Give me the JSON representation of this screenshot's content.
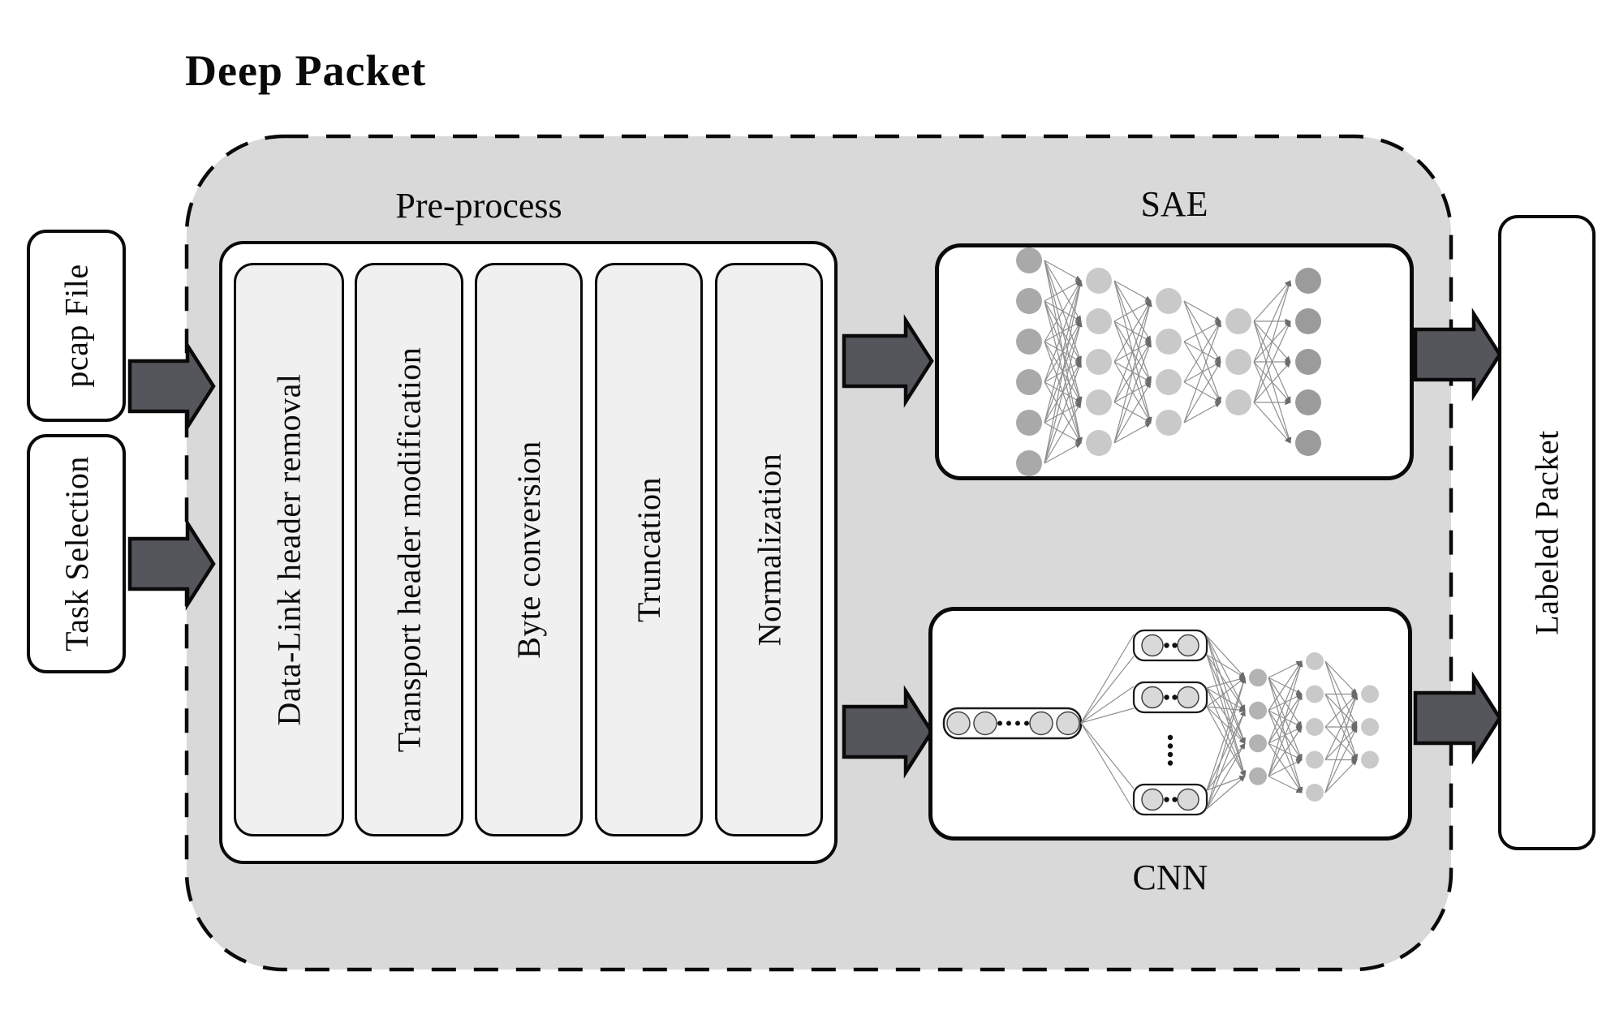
{
  "title": "Deep Packet",
  "labels": {
    "preprocess": "Pre-process",
    "sae": "SAE",
    "cnn": "CNN"
  },
  "inputs": {
    "pcap": "pcap File",
    "task": "Task Selection"
  },
  "output": {
    "label": "Labeled Packet"
  },
  "preprocess": {
    "steps": [
      "Data-Link header removal",
      "Transport header modification",
      "Byte conversion",
      "Truncation",
      "Normalization"
    ]
  },
  "sae_network": {
    "layers": [
      {
        "nodes": 6,
        "role": "input"
      },
      {
        "nodes": 5,
        "role": "hidden"
      },
      {
        "nodes": 4,
        "role": "hidden"
      },
      {
        "nodes": 3,
        "role": "hidden"
      },
      {
        "nodes": 5,
        "role": "output"
      }
    ]
  },
  "cnn_network": {
    "input_strip": {
      "circles": 4,
      "dots": 4
    },
    "conv_boxes": {
      "count": 3,
      "circles_per_box": 2,
      "dots_per_box": 2
    },
    "vertical_dots": 4,
    "dense_layers": [
      4,
      5,
      3
    ]
  },
  "colors": {
    "container_fill": "#d9d9d9",
    "step_fill": "#f0f0f0",
    "arrow_fill": "#54565c",
    "node_input": "#a9a9a9",
    "node_hidden": "#c9c9c9",
    "node_output": "#9b9b9b",
    "cnn_dense_first": "#b3b3b3",
    "cnn_circle": "#d9d9d9",
    "edge": "#8f8f8f"
  }
}
